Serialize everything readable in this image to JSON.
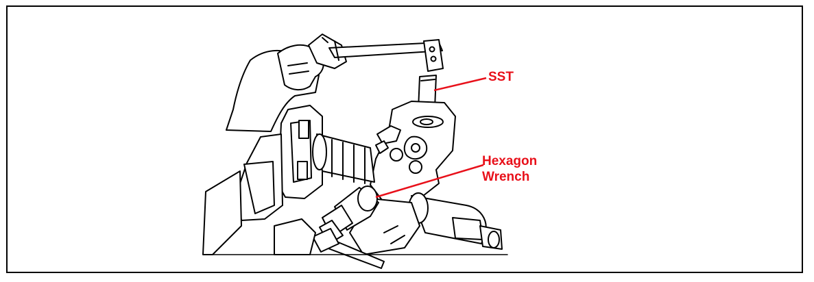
{
  "figure": {
    "callout_color": "#e8101a",
    "line_color": "#000000",
    "callouts": {
      "sst": "SST",
      "hexagon_line1": "Hexagon",
      "hexagon_line2": "Wrench"
    }
  }
}
